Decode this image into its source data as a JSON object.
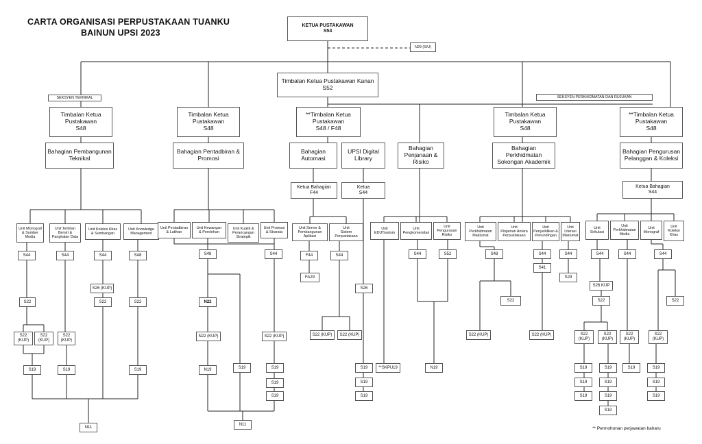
{
  "title": {
    "line1": "CARTA ORGANISASI PERPUSTAKAAN TUANKU",
    "line2": "BAINUN UPSI 2023"
  },
  "note": "** Permohonan perjawatan baharu",
  "boxes": {
    "ketua": "KETUA PUSTAKAWAN\nS54",
    "n29": "N29 (S/U)",
    "tkpk": "Timbalan Ketua Pustakawan Kanan\nS52",
    "seksyen_teknikal": "SEKSYEN TEKNIKAL",
    "seksyen_perkhidmatan": "SEKSYEN PERKHIDMATAN DAN RUJUKAN",
    "tkp1": "Timbalan Ketua\nPustakawan\nS48",
    "tkp2": "Timbalan Ketua\nPustakawan\nS48",
    "tkp3": "**Timbalan Ketua\nPustakawan\nS48 / F48",
    "tkp4": "Timbalan Ketua\nPustakawan\nS48",
    "tkp5": "**Timbalan Ketua\nPustakawan\nS48",
    "bag_pembangunan": "Bahagian Pembangunan\nTeknikal",
    "bag_pentadbiran": "Bahagian Pentadbiran &\nPromosi",
    "bag_automasi": "Bahagian\nAutomasi",
    "upsi_digital": "UPSI Digital\nLibrary",
    "bag_penjanaan": "Bahagian\nPenjanaan &\nRisiko",
    "bag_perkhidmatan": "Bahagian\nPerkhidmatan\nSokongan Akademik",
    "bag_pengurusan": "Bahagian Pengurusan\nPelanggan & Koleksi",
    "kb_f44": "Ketua Bahagian\nF44",
    "ketua_s44": "Ketua\nS44",
    "kb_s44": "Ketua Bahagian\nS44",
    "u_monograf_sm": "Unit Monograf\n& Sumber\nMedia",
    "u_terbitan": "Unit Terbitan\nBersiri & \nPangkalan Data",
    "u_koleksi_khas_s": "Unit Koleksi Khas\n& Sumbangan",
    "u_knowledge": "Unit Knowledge\nManagement",
    "u_pentadbiran": "Unit Pentadbiran\n& Latihan",
    "u_kewangan": "Unit Kewangan\n& Perolehan",
    "u_kualiti": "Unit Kualiti &\nPerancangan\nStrategik",
    "u_promosi": "Unit Promosi\n& Strarata",
    "u_server": "Unit Server &\nPembangunan\nAplikasi",
    "u_sistem": "Unit\nSistem\nPerpustakaan",
    "u_edutourism": "Unit\nEDUTourism",
    "u_pengkomersilan": "Unit\nPengkomersilan",
    "u_risiko": "Unit\nPengurusan\nRisiko",
    "u_perkh_maklumat": "Unit\nPerkhidmatan\nMaklumat",
    "u_pinjaman": "Unit\nPinjaman Antara\nPerpustakaan",
    "u_penyelidikan": "Unit\nPenyelidikan &\nPenundingan",
    "u_literasi": "Unit\nLiterasi\nMaklumat",
    "u_sirkulasi": "Unit\nSirkulasi",
    "u_perkh_media": "Unit\nPerkhidmatan\nMedia",
    "u_monograf": "Unit\nMonograf",
    "u_koleksi_khas": "Unit\nKoleksi\nKhas",
    "c1_s44": "S44",
    "c1_s22": "S22",
    "c1_s22k_a": "S22\n(KUP)",
    "c1_s22k_b": "S22\n(KUP)",
    "c1_s19": "S19",
    "c2_s44": "S44",
    "c2_s22k": "S22\n(KUP)",
    "c2_s19": "S19",
    "c3_s44": "S44",
    "c3_s26k": "S26 (KUP)",
    "c3_s22": "S22",
    "c4_s48": "S48",
    "c4_s22": "S22",
    "c4_s19": "S19",
    "n11_a": "N11",
    "c5_s48": "S48",
    "c5_n22": "N22",
    "c5_n22k": "N22 (KUP)",
    "c5_n19": "N19",
    "c5_s19": "S19",
    "n11_b": "N11",
    "c6_s44": "S44",
    "c6_s22k": "S22 (KUP)",
    "c6_s19_a": "S19",
    "c6_s19_b": "S19",
    "c6_s19_c": "S19",
    "c7_f44": "F44",
    "c7_fa29": "FA29",
    "c8_s44": "S44",
    "c8_s22k_a": "S22 (KUP)",
    "c8_s22k_b": "S22 (KUP)",
    "c9_s26": "S26",
    "c9_s19_a": "S19",
    "c9_s19_b": "S19",
    "c9_s19_c": "S19",
    "c10_skpu19": "**SKPU19",
    "c11_s44": "S44",
    "c12_s52": "S52",
    "c11_n19": "N19",
    "c13_s48": "S48",
    "c13_s22": "S22",
    "c13_s22k": "S22 (KUP)",
    "c14_s44": "S44",
    "c14_s41": "S41",
    "c14_s22k": "S22 (KUP)",
    "c15_s44": "S44",
    "c15_s29": "S29",
    "c16_s44": "S44",
    "c16_s26k": "S26 KUP",
    "c16_s22": "S22",
    "c16_s22k_a": "S22\n(KUP)",
    "c16_s22k_b": "S22\n(KUP)",
    "c16_s19_a1": "S19",
    "c16_s19_a2": "S19",
    "c16_s19_a3": "S19",
    "c16_s19_b1": "S19",
    "c16_s19_b2": "S19",
    "c16_s19_b3": "S19",
    "c16_s19_b4": "S19",
    "c17_s44": "S44",
    "c17_s22k": "S22\n(KUP)",
    "c17_s19": "S19",
    "c18_s44": "S44",
    "c18_s22k": "S22\n(KUP)",
    "c18_s19_a": "S19",
    "c18_s19_b": "S19",
    "c18_s19_c": "S19",
    "c19_s22": "S22"
  }
}
